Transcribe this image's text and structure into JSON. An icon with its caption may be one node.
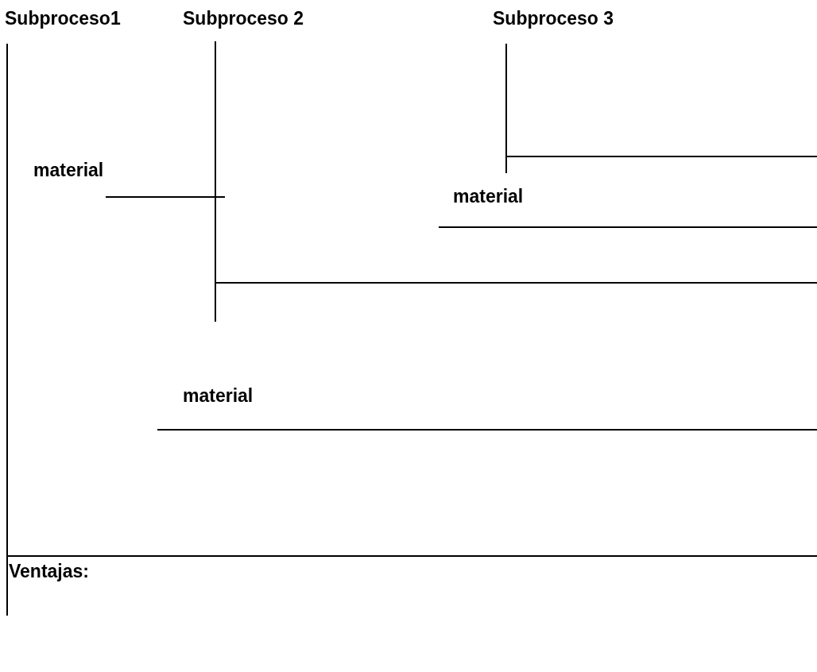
{
  "diagram": {
    "labels": [
      "Subproceso1",
      "Subproceso 2",
      "Subproceso 3",
      "material",
      "material",
      "material",
      "Ventajas:"
    ]
  }
}
